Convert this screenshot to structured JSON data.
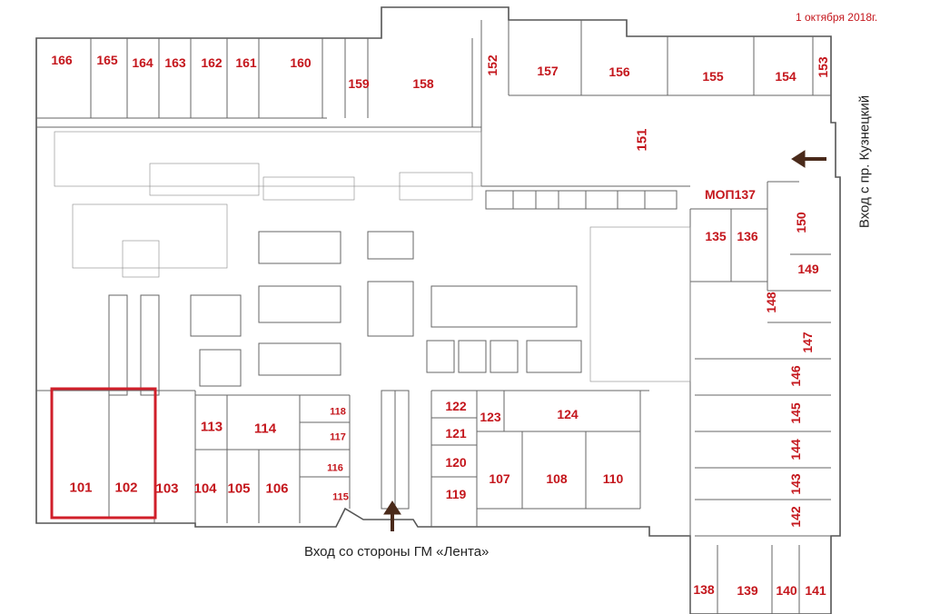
{
  "date": "1 октября 2018г.",
  "entrances": {
    "bottom": "Вход со стороны ГМ «Лента»",
    "right": "Вход с пр. Кузнецкий"
  },
  "mop_label": "МОП137",
  "colors": {
    "room_number": "#c4161c",
    "highlight": "#d01f2a",
    "wall": "#555555"
  },
  "highlighted_rooms": [
    "101",
    "102"
  ],
  "rooms": {
    "r166": "166",
    "r165": "165",
    "r164": "164",
    "r163": "163",
    "r162": "162",
    "r161": "161",
    "r160": "160",
    "r159": "159",
    "r158": "158",
    "r152": "152",
    "r157": "157",
    "r156": "156",
    "r155": "155",
    "r154": "154",
    "r153": "153",
    "r151": "151",
    "r150": "150",
    "r135": "135",
    "r136": "136",
    "r149": "149",
    "r148": "148",
    "r147": "147",
    "r146": "146",
    "r145": "145",
    "r144": "144",
    "r143": "143",
    "r142": "142",
    "r138": "138",
    "r139": "139",
    "r140": "140",
    "r141": "141",
    "r101": "101",
    "r102": "102",
    "r103": "103",
    "r104": "104",
    "r105": "105",
    "r106": "106",
    "r113": "113",
    "r114": "114",
    "r118": "118",
    "r117": "117",
    "r116": "116",
    "r115": "115",
    "r122": "122",
    "r121": "121",
    "r120": "120",
    "r119": "119",
    "r123": "123",
    "r124": "124",
    "r107": "107",
    "r108": "108",
    "r110": "110"
  }
}
